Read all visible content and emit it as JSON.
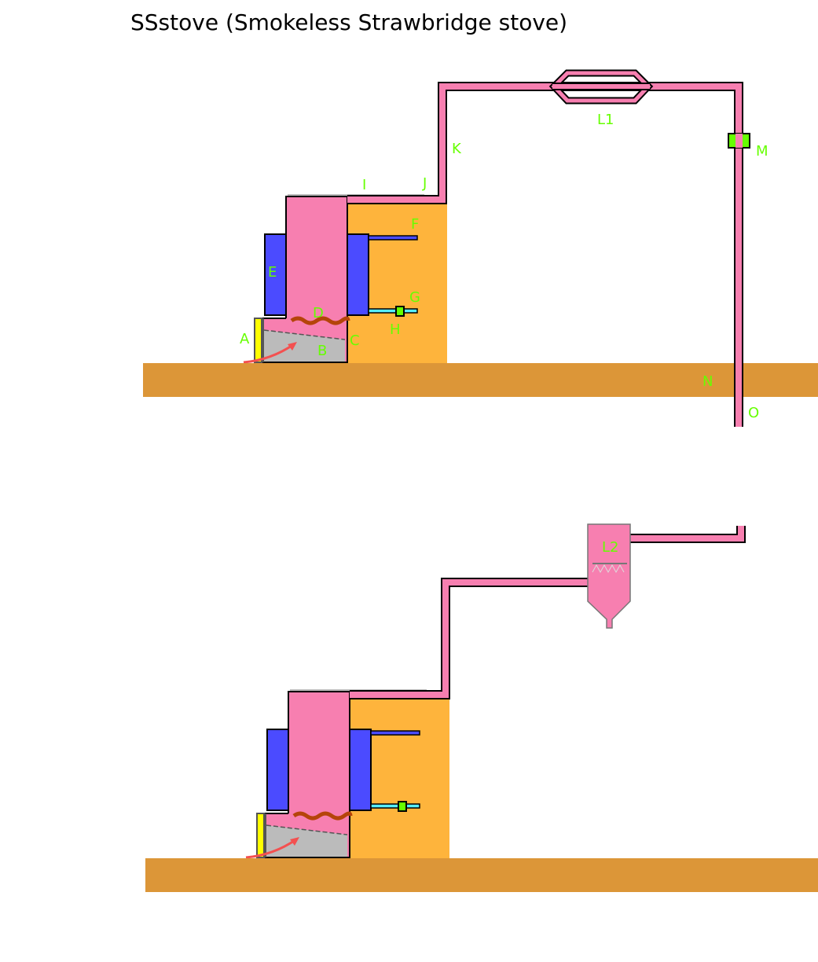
{
  "title": "SSstove (Smokeless Strawbridge stove)",
  "labels": {
    "A": "A",
    "B": "B",
    "C": "C",
    "D": "D",
    "E": "E",
    "F": "F",
    "G": "G",
    "H": "H",
    "I": "I",
    "J": "J",
    "K": "K",
    "L1": "L1",
    "L2": "L2",
    "M": "M",
    "N": "N",
    "O": "O"
  },
  "colors": {
    "flue": "#f77fb0",
    "ground": "#dc9638",
    "masonry": "#feb43c",
    "water_jacket": "#4b4bff",
    "ash_bed": "#bbbbbb",
    "door": "#ffff00",
    "label": "#66ff00",
    "fire": "#b5440a",
    "air": "#f35050"
  }
}
